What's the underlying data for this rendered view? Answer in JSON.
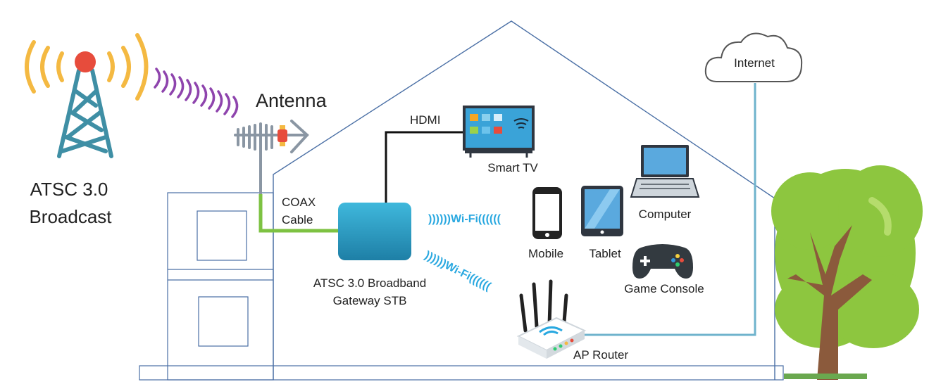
{
  "labels": {
    "broadcast_line1": "ATSC 3.0",
    "broadcast_line2": "Broadcast",
    "antenna": "Antenna",
    "hdmi": "HDMI",
    "smart_tv": "Smart TV",
    "coax_line1": "COAX",
    "coax_line2": "Cable",
    "gateway_line1": "ATSC 3.0 Broadband",
    "gateway_line2": "Gateway STB",
    "wifi_to_devices": "))))))Wi-Fi((((((",
    "wifi_to_router": "))))))Wi-Fi((((((",
    "mobile": "Mobile",
    "tablet": "Tablet",
    "computer": "Computer",
    "game_console": "Game Console",
    "ap_router": "AP Router",
    "internet": "Internet"
  },
  "colors": {
    "house_outline": "#4a6fa5",
    "coax": "#7dc242",
    "hdmi": "#111111",
    "wifi": "#29a8e0",
    "broadcast_waves": "#f4b942",
    "signal_waves": "#8e44ad",
    "tower": "#3f8fa5",
    "tower_top": "#e74c3c",
    "gateway_box": "#2ba3c9",
    "internet_line": "#6fb3cc",
    "tree_leaves": "#8dc63f",
    "tree_trunk": "#8b5a3c"
  },
  "icons": [
    "broadcast-tower-icon",
    "antenna-icon",
    "smart-tv-icon",
    "gateway-stb-icon",
    "mobile-phone-icon",
    "tablet-icon",
    "laptop-icon",
    "game-controller-icon",
    "router-icon",
    "cloud-icon",
    "tree-icon"
  ]
}
